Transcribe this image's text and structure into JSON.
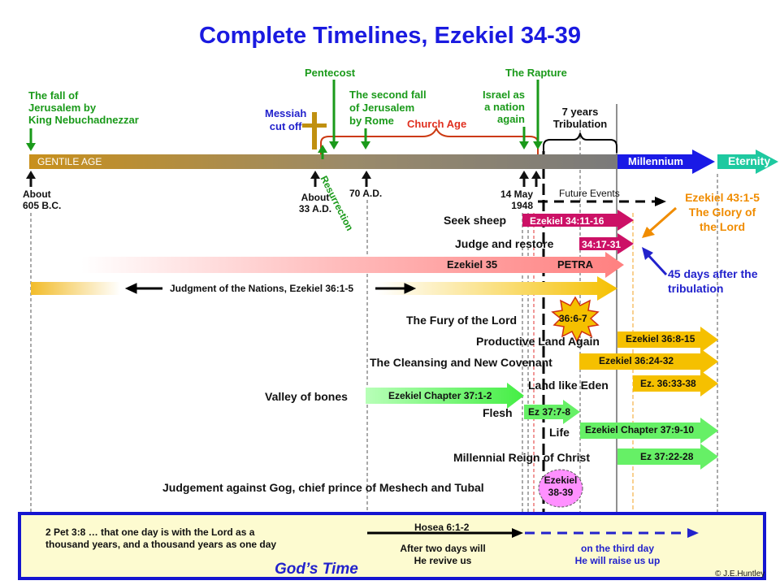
{
  "title": "Complete Timelines, Ezekiel 34-39",
  "top_labels": {
    "fall_jerusalem": [
      "The fall of",
      "Jerusalem by",
      "King Nebuchadnezzar"
    ],
    "messiah": [
      "Messiah",
      "cut off"
    ],
    "pentecost": "Pentecost",
    "second_fall": [
      "The second fall",
      "of Jerusalem",
      "by Rome"
    ],
    "church_age": "Church Age",
    "israel_nation": [
      "Israel as",
      "a nation",
      "again"
    ],
    "rapture": "The Rapture",
    "tribulation": [
      "7 years",
      "Tribulation"
    ]
  },
  "bar": {
    "gentile_age": "GENTILE AGE",
    "millennium": "Millennium",
    "eternity": "Eternity"
  },
  "dates": {
    "about_605": [
      "About",
      "605 B.C."
    ],
    "about_33": [
      "About",
      "33 A.D."
    ],
    "resurrection": "Resurrection",
    "ad70": "70 A.D.",
    "may1948": [
      "14 May",
      "1948"
    ],
    "future_events": "Future Events"
  },
  "ezekiel_43": [
    "Ezekiel 43:1-5",
    "The Glory of",
    "the Lord"
  ],
  "days_45": [
    "45 days after the",
    "tribulation"
  ],
  "rows": {
    "seek_sheep": "Seek sheep",
    "seek_ref": "Ezekiel 34:11-16",
    "judge_restore": "Judge and restore",
    "judge_ref": "34:17-31",
    "ez35": "Ezekiel  35",
    "petra": "PETRA",
    "nations": "Judgment of the Nations, Ezekiel 36:1-5",
    "fury": "The Fury of the Lord",
    "fury_ref": "36:6-7",
    "productive": "Productive Land Again",
    "productive_ref": "Ezekiel 36:8-15",
    "cleansing": "The Cleansing and New Covenant",
    "cleansing_ref": "Ezekiel 36:24-32",
    "eden": "Land like Eden",
    "eden_ref": "Ez. 36:33-38",
    "bones": "Valley of bones",
    "bones_ref": "Ezekiel Chapter 37:1-2",
    "flesh": "Flesh",
    "flesh_ref": "Ez 37:7-8",
    "life": "Life",
    "life_ref": "Ezekiel Chapter 37:9-10",
    "reign": "Millennial  Reign of Christ",
    "reign_ref": "Ez 37:22-28",
    "gog": "Judgement against Gog, chief prince of Meshech and Tubal",
    "gog_ref": [
      "Ezekiel",
      "38-39"
    ]
  },
  "gods_time": {
    "pet": [
      "2 Pet 3:8  … that one day is with the Lord as a",
      "thousand  years, and a thousand years as one day"
    ],
    "hosea": "Hosea 6:1-2",
    "two_days": [
      "After two days will",
      "He revive us"
    ],
    "third_day": [
      "on the third day",
      "He will raise us up"
    ],
    "label": "God’s Time",
    "copyright": "©  J.E.Huntley"
  },
  "colors": {
    "title": "#1a1ae0",
    "green": "#1a9a1a",
    "blue": "#2222cc",
    "magenta": "#cc1166",
    "orange": "#f08c00",
    "gold": "#f5c000",
    "lightgreen": "#66f066"
  }
}
